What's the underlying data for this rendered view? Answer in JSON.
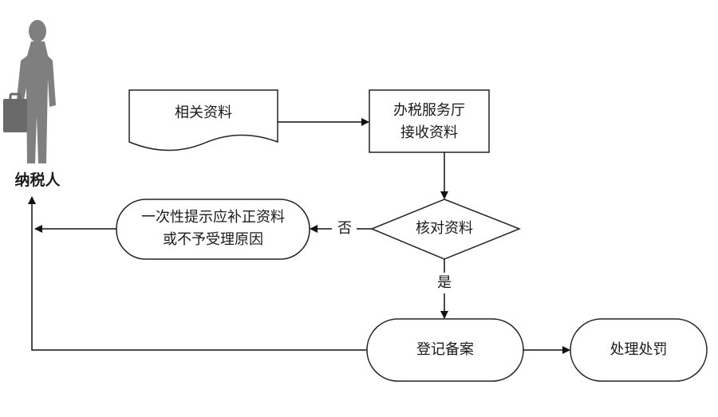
{
  "actor": {
    "label": "纳税人"
  },
  "nodes": {
    "materials": {
      "label": "相关资料"
    },
    "hall": {
      "line1": "办税服务厅",
      "line2": "接收资料"
    },
    "check": {
      "label": "核对资料"
    },
    "notify": {
      "line1": "一次性提示应补正资料",
      "line2": "或不予受理原因"
    },
    "register": {
      "label": "登记备案"
    },
    "penalty": {
      "label": "处理处罚"
    }
  },
  "edges": {
    "no": {
      "label": "否"
    },
    "yes": {
      "label": "是"
    }
  }
}
